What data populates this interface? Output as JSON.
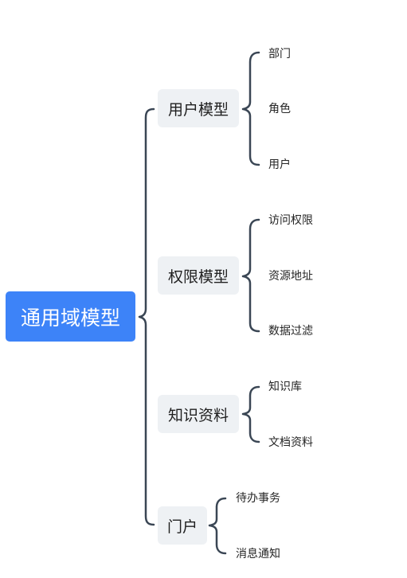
{
  "root": {
    "label": "通用域模型"
  },
  "branches": [
    {
      "label": "用户模型",
      "children": [
        "部门",
        "角色",
        "用户"
      ]
    },
    {
      "label": "权限模型",
      "children": [
        "访问权限",
        "资源地址",
        "数据过滤"
      ]
    },
    {
      "label": "知识资料",
      "children": [
        "知识库",
        "文档资料"
      ]
    },
    {
      "label": "门户",
      "children": [
        "待办事务",
        "消息通知"
      ]
    }
  ],
  "colors": {
    "root_fill": "#3D83F8",
    "node_fill": "#EEF1F4",
    "line": "#3A4654"
  }
}
